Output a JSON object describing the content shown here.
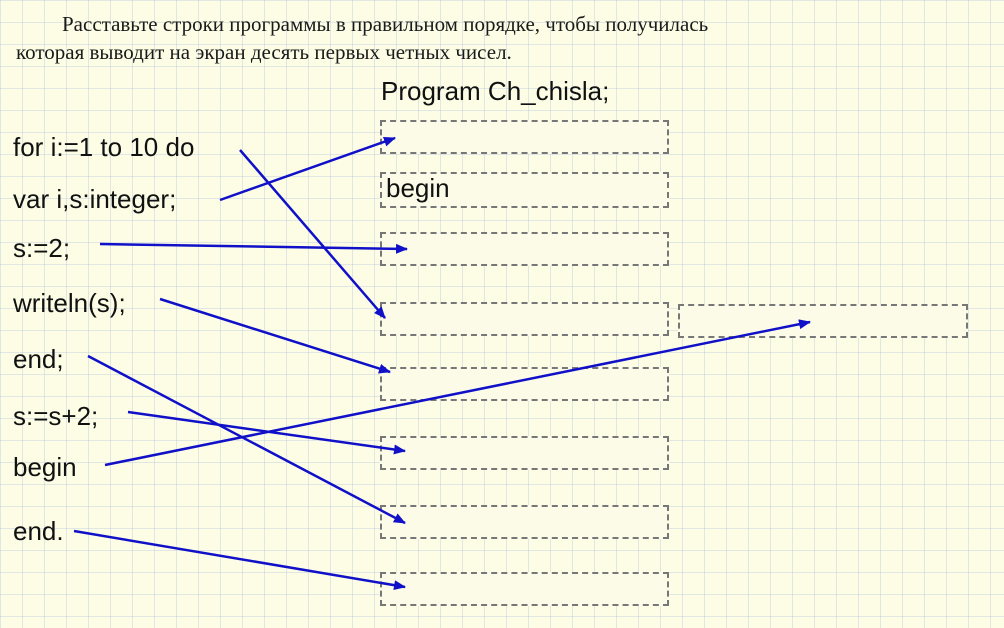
{
  "task_text": {
    "line1": "Расставьте строки программы в правильном порядке, чтобы получилась",
    "line2": "которая выводит на экран десять первых четных чисел."
  },
  "program_title": "Program Ch_chisla;",
  "code_lines": [
    "for i:=1 to 10 do",
    "var i,s:integer;",
    "s:=2;",
    "writeln(s);",
    "end;",
    "s:=s+2;",
    "begin",
    "end."
  ],
  "slots": [
    "",
    "begin",
    "",
    "",
    "",
    "",
    "",
    "",
    "",
    ""
  ],
  "colors": {
    "background": "#fdfde6",
    "arrow": "#1010c8",
    "slot_border": "#777777"
  }
}
